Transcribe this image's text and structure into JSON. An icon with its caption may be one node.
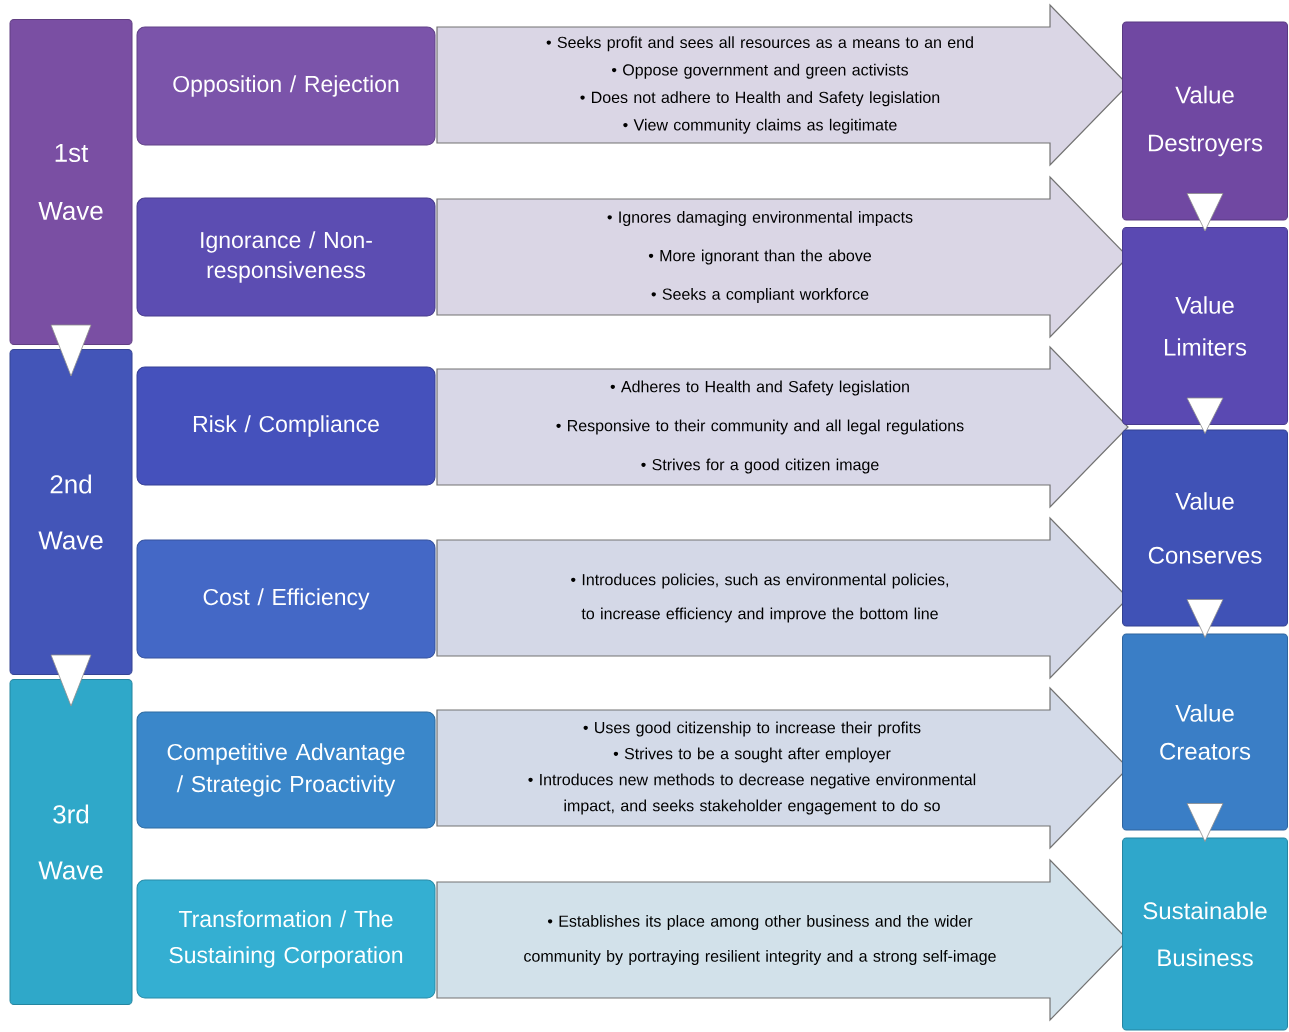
{
  "diagram": {
    "nodes": [
      {
        "text": [
          "1st Wave"
        ]
      },
      {
        "text": [
          "2nd Wave"
        ]
      },
      {
        "text": [
          "3rd Wave"
        ]
      },
      {
        "text": [
          "Opposition / Rejection"
        ]
      },
      {
        "text": [
          "Ignorance / Non-responsiveness"
        ]
      },
      {
        "text": [
          "Risk / Compliance"
        ]
      },
      {
        "text": [
          "Cost / Efficiency"
        ]
      },
      {
        "text": [
          "Competitive Advantage / Strategic Proactivity"
        ]
      },
      {
        "text": [
          "Transformation / The Sustaining Corporation"
        ]
      },
      {
        "text": [
          "• Seeks profit and sees all resources as a means to an end",
          "• Oppose government and green activists",
          "• Does not adhere to Health and Safety legislation",
          "• View community claims as legitimate"
        ]
      },
      {
        "text": [
          "• Ignores damaging environmental impacts",
          "• More ignorant than the above",
          "• Seeks a compliant workforce"
        ]
      },
      {
        "text": [
          "• Adheres to Health and Safety legislation",
          "• Responsive to their community and all legal regulations",
          "• Strives for a good citizen image"
        ]
      },
      {
        "text": [
          "• Introduces policies, such as environmental policies, to increase efficiency and improve the bottom line"
        ]
      },
      {
        "text": [
          "• Uses good citizenship to increase their profits",
          "• Strives to be a sought after employer",
          "• Introduces new methods to decrease negative environmental impact, and seeks stakeholder engagement to do so"
        ]
      },
      {
        "text": [
          "• Establishes its place among other business and the wider community by portraying resilient integrity and a strong self-image"
        ]
      },
      {
        "text": [
          "Value Destroyers"
        ]
      },
      {
        "text": [
          "Value Limiters"
        ]
      },
      {
        "text": [
          "Value Conserves"
        ]
      },
      {
        "text": [
          "Value Creators"
        ]
      },
      {
        "text": [
          "Sustainable Business"
        ]
      }
    ],
    "edges": [
      {
        "from": 0,
        "to": 1,
        "arrow": "to"
      },
      {
        "from": 1,
        "to": 2,
        "arrow": "to"
      },
      {
        "from": 15,
        "to": 16,
        "arrow": "to"
      },
      {
        "from": 16,
        "to": 17,
        "arrow": "to"
      },
      {
        "from": 17,
        "to": 18,
        "arrow": "to"
      },
      {
        "from": 18,
        "to": 19,
        "arrow": "to"
      }
    ]
  }
}
